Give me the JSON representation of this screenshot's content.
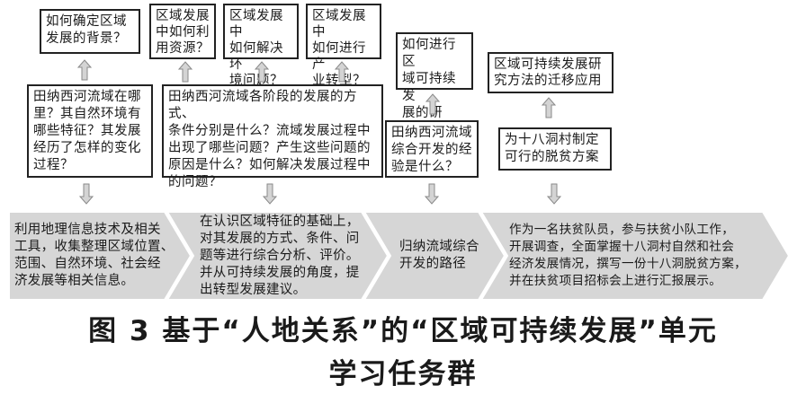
{
  "top_questions": [
    {
      "lines": [
        "如何确定区域",
        "发展的背景？"
      ]
    },
    {
      "lines": [
        "区域发展",
        "中如何利",
        "用资源？"
      ]
    },
    {
      "lines": [
        "区域发展中",
        "如何解决环",
        "境问题？"
      ]
    },
    {
      "lines": [
        "区域发展中",
        "如何进行产",
        "业转型？"
      ]
    },
    {
      "lines": [
        "如何进行区",
        "域可持续发",
        "展的研究？"
      ]
    },
    {
      "lines": [
        "区域可持续发展研",
        "究方法的迁移应用"
      ]
    }
  ],
  "mid_questions": [
    {
      "lines": [
        "田纳西河流域在哪",
        "里？其自然环境有",
        "哪些特征？其发展",
        "经历了怎样的变化",
        "过程？"
      ]
    },
    {
      "lines": [
        "田纳西河流域各阶段的发展的方式、",
        "条件分别是什么？流域发展过程中",
        "出现了哪些问题？产生这些问题的",
        "原因是什么？如何解决发展过程中",
        "的问题？"
      ]
    },
    {
      "lines": [
        "田纳西河流域",
        "综合开发的经",
        "验是什么？"
      ]
    },
    {
      "lines": [
        "为十八洞村制定",
        "可行的脱贫方案"
      ]
    }
  ],
  "tasks": [
    {
      "lines": [
        "利用地理信息技术及相关",
        "工具，收集整理区域位置、",
        "范围、自然环境、社会经",
        "济发展等相关信息。"
      ]
    },
    {
      "lines": [
        "在认识区域特征的基础上，",
        "对其发展的方式、条件、问",
        "题等进行综合分析、评价。",
        "并从可持续发展的角度，提",
        "出转型发展建议。"
      ]
    },
    {
      "lines": [
        "归纳流域综合",
        "开发的路径"
      ]
    },
    {
      "lines": [
        "作为一名扶贫队员，参与扶贫小队工作，",
        "开展调查，全面掌握十八洞村自然和社会",
        "经济发展情况，撰写一份十八洞脱贫方案，",
        "并在扶贫项目招标会上进行汇报展示。"
      ]
    }
  ],
  "caption": {
    "line1": "图 3  基于“人地关系”的“区域可持续发展”单元",
    "line2": "学习任务群"
  },
  "colors": {
    "arrow_fill": "#d4d4d4",
    "arrow_stroke": "#8a8a8a",
    "chevron_fill": "#d6d6d6",
    "border": "#222222"
  }
}
